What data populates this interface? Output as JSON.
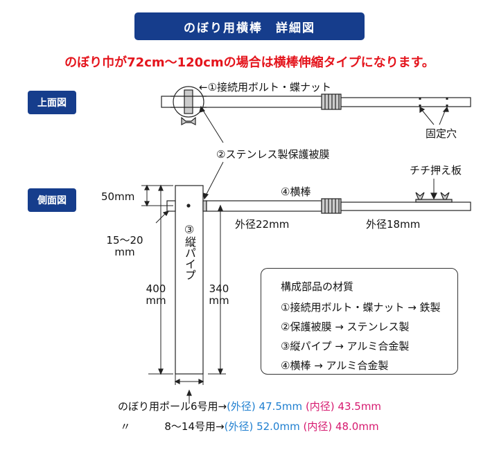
{
  "title": "のぼり用横棒　詳細図",
  "notice": "のぼり巾が72cm～120cmの場合は横棒伸縮タイプになります。",
  "views": {
    "top": "上面図",
    "side": "側面図"
  },
  "labels": {
    "bolt": "←①接続用ボルト・蝶ナット",
    "fixing_hole": "固定穴",
    "stainless": "②ステンレス製保護被膜",
    "clamp": "チチ押え板",
    "crossbar": "④横棒",
    "od22": "外径22mm",
    "od18": "外径18mm",
    "h50": "50mm",
    "range_a": "15～20",
    "range_b": "mm",
    "pipe_num": "③",
    "pipe_text": "縦パイプ",
    "h400a": "400",
    "h400b": "mm",
    "h340a": "340",
    "h340b": "mm"
  },
  "materials": {
    "heading": "構成部品の材質",
    "items": [
      "①接続用ボルト・蝶ナット → 鉄製",
      "②保護被膜 → ステンレス製",
      "③縦パイプ → アルミ合金製",
      "④横棒 → アルミ合金製"
    ]
  },
  "spec": {
    "row1_prefix": "のぼり用ポール6号用→",
    "row1_outer": "(外径) 47.5mm",
    "row1_inner": "(内径) 43.5mm",
    "row2_ditto": "〃",
    "row2_prefix": "8～14号用→",
    "row2_outer": "(外径) 52.0mm",
    "row2_inner": "(内径) 48.0mm"
  },
  "colors": {
    "navy": "#163d8c",
    "red": "#e4141c",
    "blue": "#1f7fd0",
    "pink": "#d6196f"
  }
}
